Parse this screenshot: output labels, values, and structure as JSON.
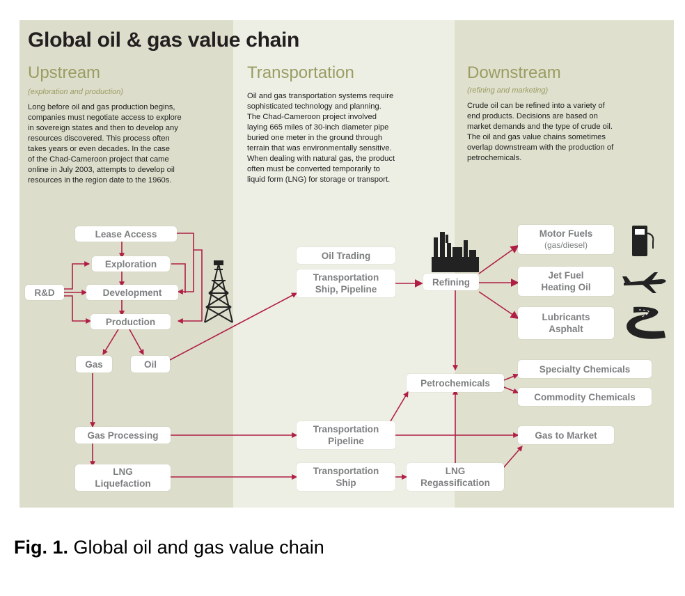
{
  "title": "Global oil & gas value chain",
  "sections": {
    "upstream": {
      "title": "Upstream",
      "subtitle": "(exploration and production)",
      "lines": [
        "Long before oil and gas production begins,",
        "companies must negotiate access to explore",
        "in sovereign states and then to develop any",
        "resources discovered. This process often",
        "takes years or even decades. In the case",
        "of the Chad-Cameroon project that came",
        "online in July 2003, attempts to develop oil",
        "resources in the region date to the 1960s."
      ]
    },
    "transportation": {
      "title": "Transportation",
      "lines": [
        "Oil and gas transportation systems require",
        "sophisticated technology and planning.",
        "The Chad-Cameroon project involved",
        "laying 665 miles of 30-inch diameter pipe",
        "buried one meter in the ground through",
        "terrain that was environmentally sensitive.",
        "When dealing with natural gas, the product",
        "often must be converted temporarily to",
        "liquid form (LNG) for storage or transport."
      ]
    },
    "downstream": {
      "title": "Downstream",
      "subtitle": "(refining and marketing)",
      "lines": [
        "Crude oil can be refined into a variety of",
        "end products. Decisions are based on",
        "market demands and the type of crude oil.",
        "The oil and gas value chains sometimes",
        "overlap downstream with the production of",
        "petrochemicals."
      ]
    }
  },
  "nodes": {
    "lease_access": "Lease Access",
    "exploration": "Exploration",
    "rd": "R&D",
    "development": "Development",
    "production": "Production",
    "gas": "Gas",
    "oil": "Oil",
    "gas_processing": "Gas Processing",
    "lng_liquefaction": "LNG\nLiquefaction",
    "oil_trading": "Oil Trading",
    "transport_ship_pipeline": "Transportation\nShip, Pipeline",
    "transport_pipeline": "Transportation\nPipeline",
    "transport_ship": "Transportation\nShip",
    "refining": "Refining",
    "petrochemicals": "Petrochemicals",
    "lng_regassification": "LNG\nRegassification",
    "motor_fuels": "Motor Fuels",
    "motor_fuels_sub": "(gas/diesel)",
    "jet_fuel": "Jet Fuel\nHeating Oil",
    "lubricants": "Lubricants\nAsphalt",
    "specialty_chemicals": "Specialty Chemicals",
    "commodity_chemicals": "Commodity Chemicals",
    "gas_to_market": "Gas to Market"
  },
  "icons": [
    "oil-derrick-icon",
    "refinery-icon",
    "fuel-pump-icon",
    "airplane-icon",
    "road-icon"
  ],
  "colors": {
    "arrow": "#b01e45",
    "heading": "#9a9c62",
    "node_text": "#7d7f80",
    "icon": "#222222"
  },
  "caption": {
    "label": "Fig. 1.",
    "text": " Global oil and gas value chain"
  }
}
